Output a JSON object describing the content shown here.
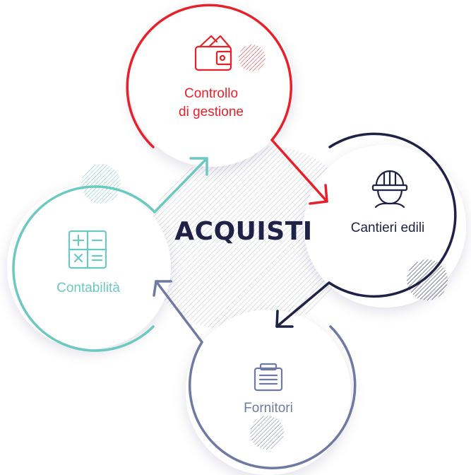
{
  "title": "ACQUISTI",
  "colors": {
    "title": "#1f2147",
    "controllo": "#e8202a",
    "cantieri": "#1f2147",
    "fornitori": "#6f7aa3",
    "contabilita": "#6cc9c1",
    "hatch": "#c9cbd6"
  },
  "nodes": {
    "controllo": {
      "line1": "Controllo",
      "line2": "di gestione",
      "icon": "wallet-icon"
    },
    "cantieri": {
      "label": "Cantieri edili",
      "icon": "worker-helmet-icon"
    },
    "fornitori": {
      "label": "Fornitori",
      "icon": "clipboard-icon"
    },
    "contabilita": {
      "label": "Contabilità",
      "icon": "calculator-icon"
    }
  }
}
